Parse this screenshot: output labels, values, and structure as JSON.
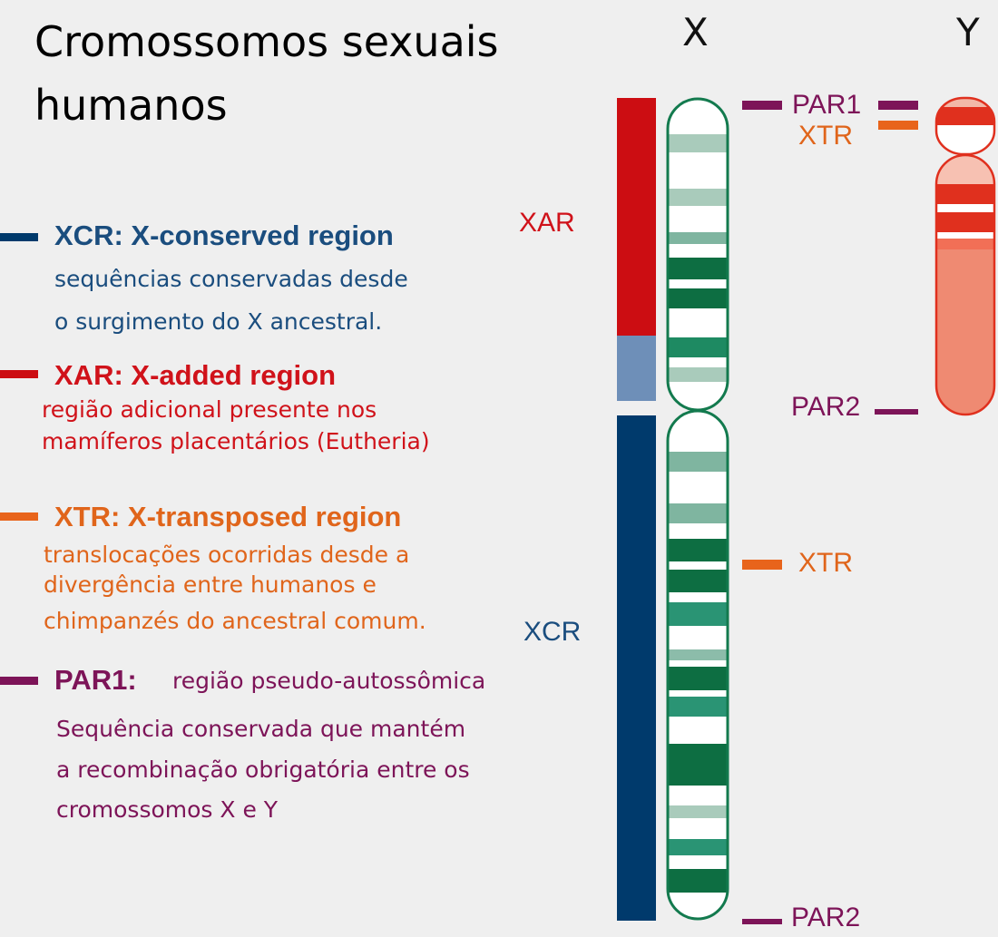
{
  "title": {
    "line1": "Cromossomos sexuais",
    "line2": "humanos"
  },
  "chromosome_letters": {
    "x": "X",
    "y": "Y"
  },
  "colors": {
    "xcr": "#003a6c",
    "xar": "#cc0d12",
    "xtr": "#e8641b",
    "par": "#7d1458",
    "xcr_text": "#1a4d7e",
    "xar_text": "#d0121a",
    "xtr_text": "#e0651b",
    "par_text": "#7d1458",
    "x_outline": "#137a4e",
    "y_outline": "#e0301e"
  },
  "legend": [
    {
      "key": "xcr",
      "heading": "XCR: X-conserved region",
      "lines": [
        "sequências conservadas desde",
        "o surgimento do X ancestral."
      ]
    },
    {
      "key": "xar",
      "heading": "XAR: X-added region",
      "lines": [
        "região adicional presente nos",
        "mamíferos placentários (Eutheria)"
      ]
    },
    {
      "key": "xtr",
      "heading": "XTR: X-transposed region",
      "lines": [
        "translocações ocorridas desde a",
        "divergência entre humanos e",
        "chimpanzés do ancestral comum."
      ]
    },
    {
      "key": "par1",
      "heading": "PAR1:",
      "inline": "região pseudo-autossômica",
      "lines": [
        "Sequência conservada que mantém",
        "a recombinação obrigatória entre os",
        "cromossomos X e Y"
      ]
    }
  ],
  "region_labels": {
    "xar": "XAR",
    "xcr": "XCR",
    "x_par1": "PAR1",
    "x_xtr_top": "XTR",
    "x_xtr_mid": "XTR",
    "x_par2": "PAR2",
    "y_par2": "PAR2"
  }
}
